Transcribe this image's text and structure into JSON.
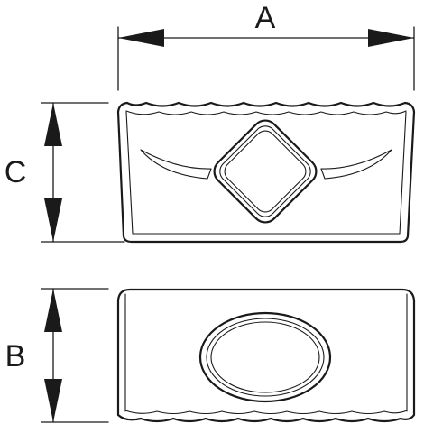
{
  "dimensions": {
    "width_label": "A",
    "length_label": "B",
    "height_label": "C"
  },
  "colors": {
    "line": "#1a1a1a",
    "background": "#ffffff"
  }
}
